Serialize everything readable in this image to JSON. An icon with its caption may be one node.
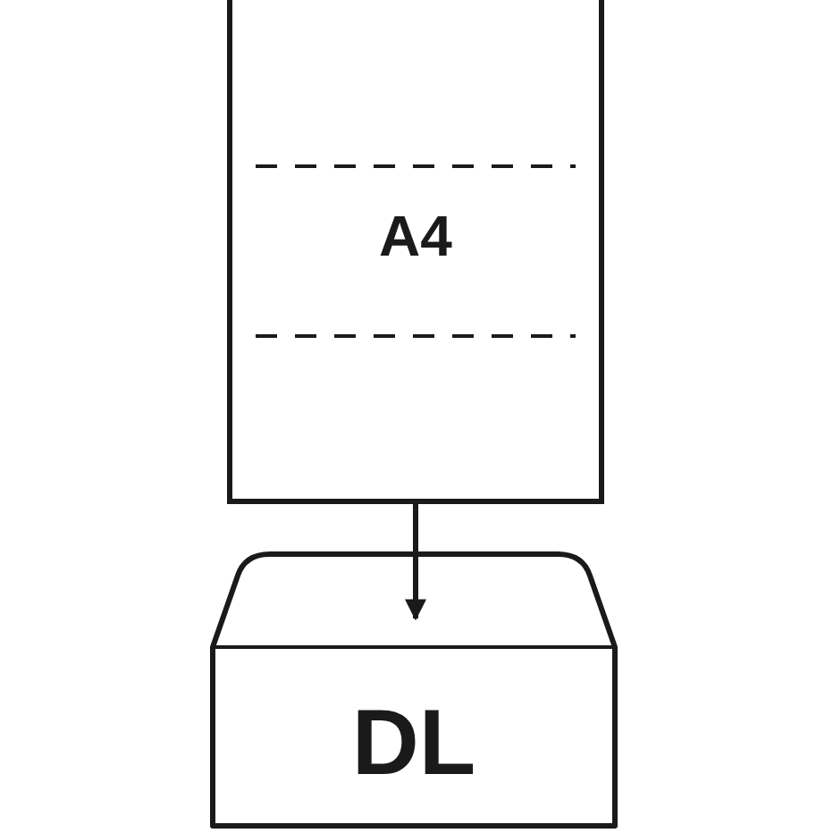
{
  "diagram": {
    "nodes": [
      {
        "text": [
          "A4"
        ]
      },
      {
        "text": [
          "DL"
        ]
      }
    ],
    "edges": [
      {
        "from": 0,
        "to": 1,
        "arrow": "to"
      }
    ]
  }
}
